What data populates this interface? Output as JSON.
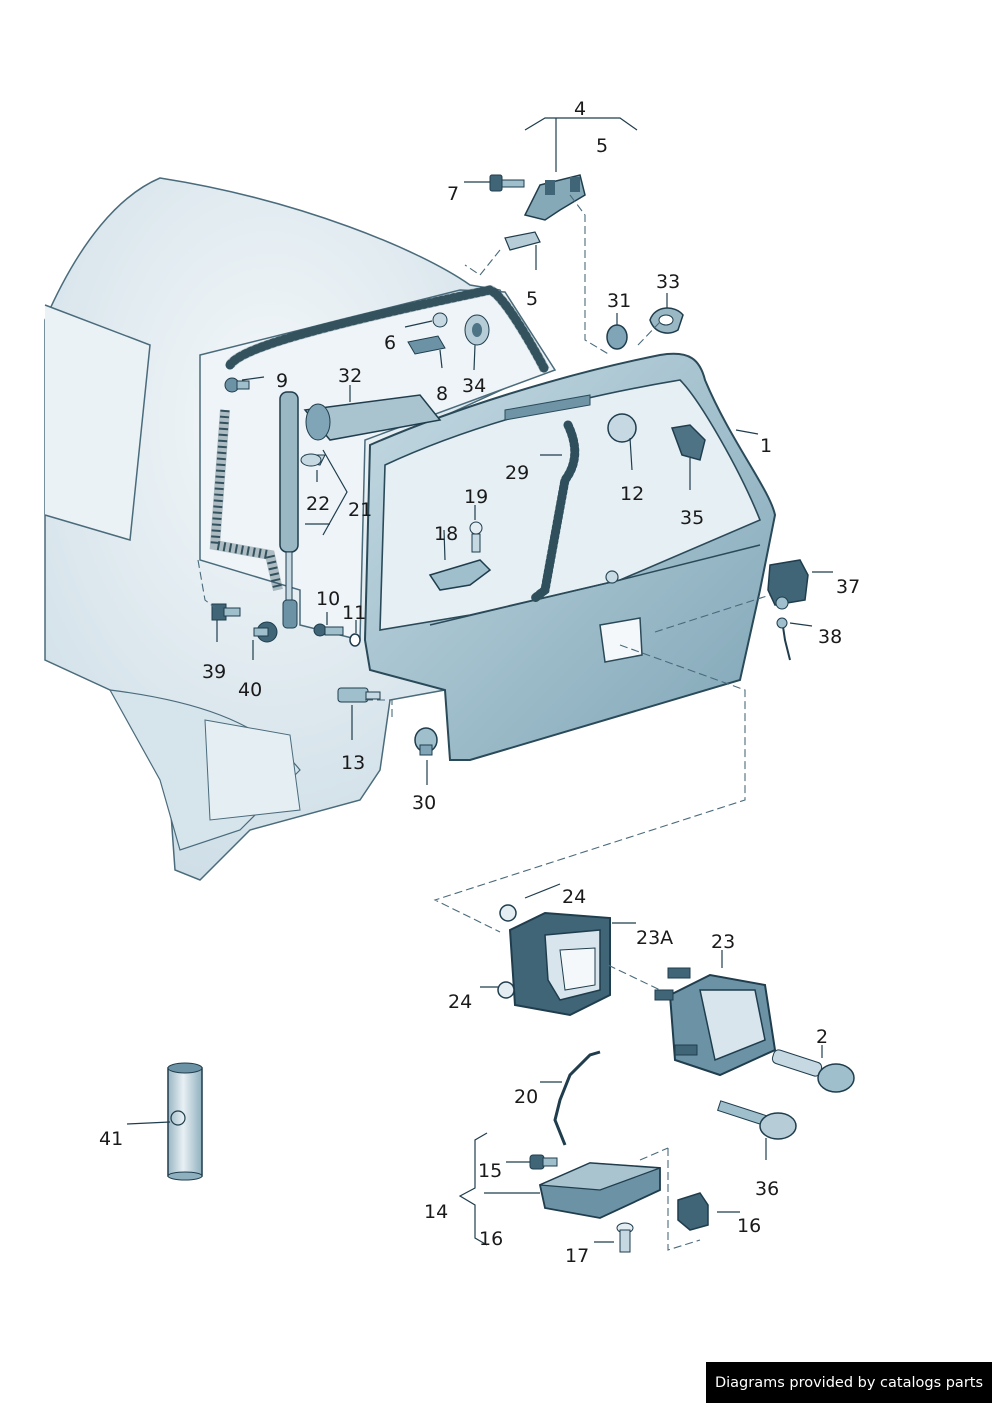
{
  "part_labels": {
    "p1": "1",
    "p2": "2",
    "p4": "4",
    "p5a": "5",
    "p5b": "5",
    "p6": "6",
    "p7": "7",
    "p8": "8",
    "p9": "9",
    "p10": "10",
    "p11": "11",
    "p12": "12",
    "p13": "13",
    "p14": "14",
    "p15": "15",
    "p16a": "16",
    "p16b": "16",
    "p17": "17",
    "p18": "18",
    "p19": "19",
    "p20": "20",
    "p21": "21",
    "p22": "22",
    "p23": "23",
    "p23a": "23A",
    "p24a": "24",
    "p24b": "24",
    "p29": "29",
    "p30": "30",
    "p31": "31",
    "p32": "32",
    "p33": "33",
    "p34": "34",
    "p35": "35",
    "p36": "36",
    "p37": "37",
    "p38": "38",
    "p39": "39",
    "p40": "40",
    "p41": "41"
  },
  "footer": {
    "text": "Diagrams provided by catalogs parts"
  },
  "colors": {
    "line": "#1f3d4d",
    "part_fill": "#9fbfcc",
    "part_dark": "#3f6577",
    "body_fill": "#e2ecf2",
    "body_shade": "#c9dbe5"
  }
}
